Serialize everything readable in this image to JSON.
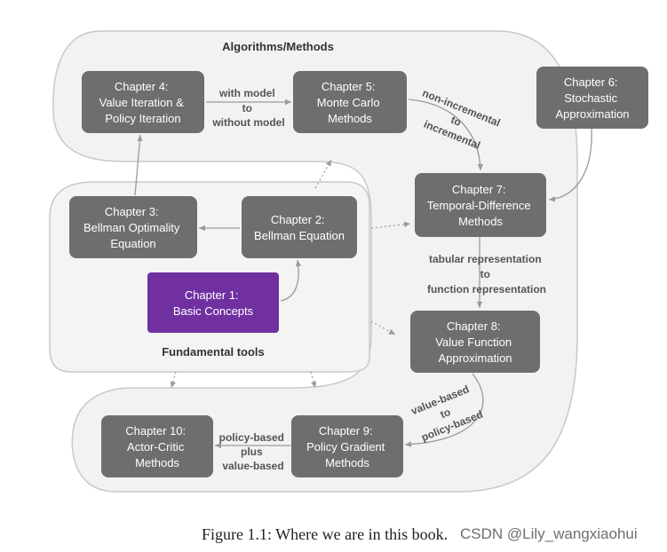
{
  "regions": {
    "algorithms": "Algorithms/Methods",
    "fundamental": "Fundamental tools"
  },
  "chapters": {
    "ch1": [
      "Chapter 1:",
      "Basic Concepts"
    ],
    "ch2": [
      "Chapter 2:",
      "Bellman Equation"
    ],
    "ch3": [
      "Chapter 3:",
      "Bellman Optimality",
      "Equation"
    ],
    "ch4": [
      "Chapter 4:",
      "Value Iteration &",
      "Policy Iteration"
    ],
    "ch5": [
      "Chapter 5:",
      "Monte Carlo",
      "Methods"
    ],
    "ch6": [
      "Chapter 6:",
      "Stochastic",
      "Approximation"
    ],
    "ch7": [
      "Chapter 7:",
      "Temporal-Difference",
      "Methods"
    ],
    "ch8": [
      "Chapter 8:",
      "Value Function",
      "Approximation"
    ],
    "ch9": [
      "Chapter 9:",
      "Policy Gradient",
      "Methods"
    ],
    "ch10": [
      "Chapter 10:",
      "Actor-Critic",
      "Methods"
    ]
  },
  "edge_labels": {
    "ch4_ch5": [
      "with model",
      "to",
      "without model"
    ],
    "ch5_ch7": [
      "non-incremental",
      "to",
      "incremental"
    ],
    "ch7_ch8": [
      "tabular representation",
      "to",
      "function representation"
    ],
    "ch8_ch9": [
      "value-based",
      "to",
      "policy-based"
    ],
    "ch9_ch10": [
      "policy-based",
      "plus",
      "value-based"
    ]
  },
  "colors": {
    "box": "#6e6e6e",
    "box_highlight": "#7030a0",
    "box_text": "#ffffff",
    "region_fill": "#f2f2f2",
    "region_stroke": "#c8c8c8",
    "arrow": "#9a9a9a",
    "label": "#555555"
  },
  "caption": "Figure 1.1: Where we are in this book.",
  "watermark": "CSDN @Lily_wangxiaohui"
}
